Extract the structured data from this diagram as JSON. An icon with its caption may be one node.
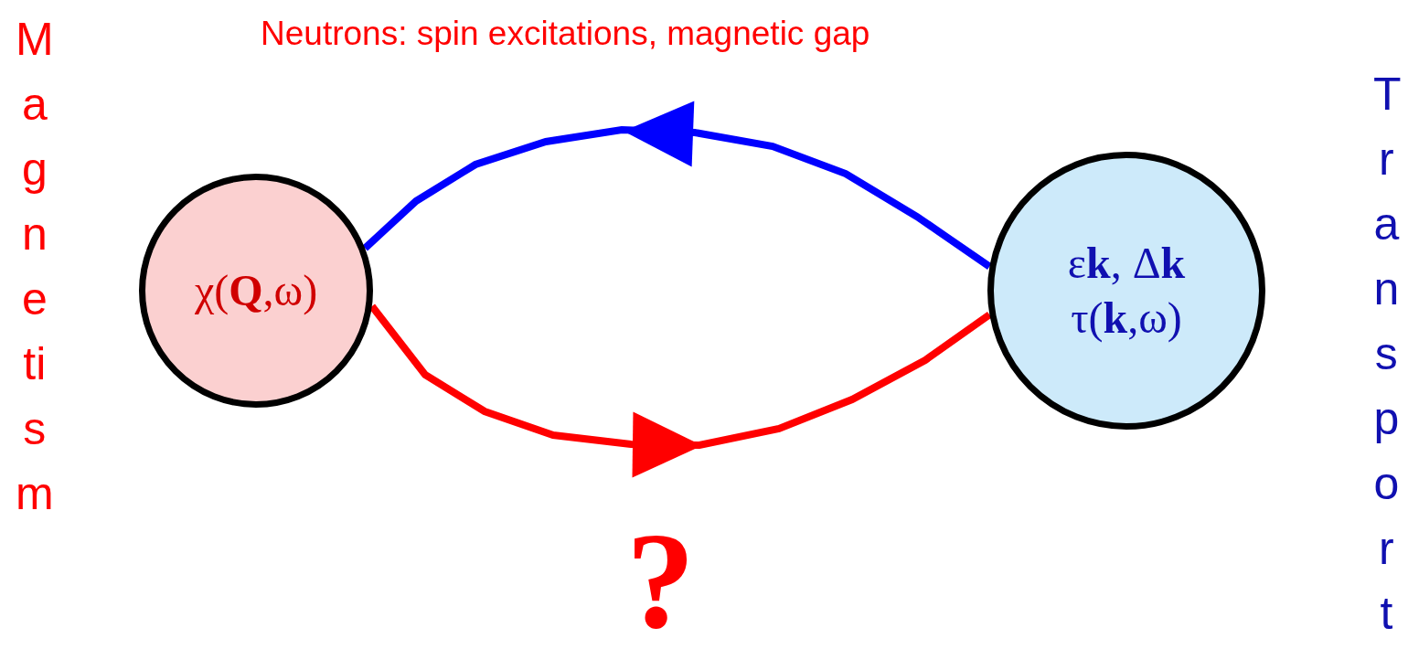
{
  "diagram": {
    "nodes": [
      {
        "text": [
          "χ(**Q**,ω)"
        ]
      },
      {
        "text": [
          "ε**k**, Δ**k**",
          "τ(**k**,ω)"
        ]
      }
    ],
    "edges": [
      {
        "from": 1,
        "to": 0,
        "arrow": "to",
        "color": "#0000ff"
      },
      {
        "from": 0,
        "to": 1,
        "arrow": "to",
        "color": "#ff0000"
      }
    ],
    "labels": [
      "Magnetism",
      "Neutrons: spin excitations, magnetic gap",
      "Transport",
      "?"
    ]
  }
}
